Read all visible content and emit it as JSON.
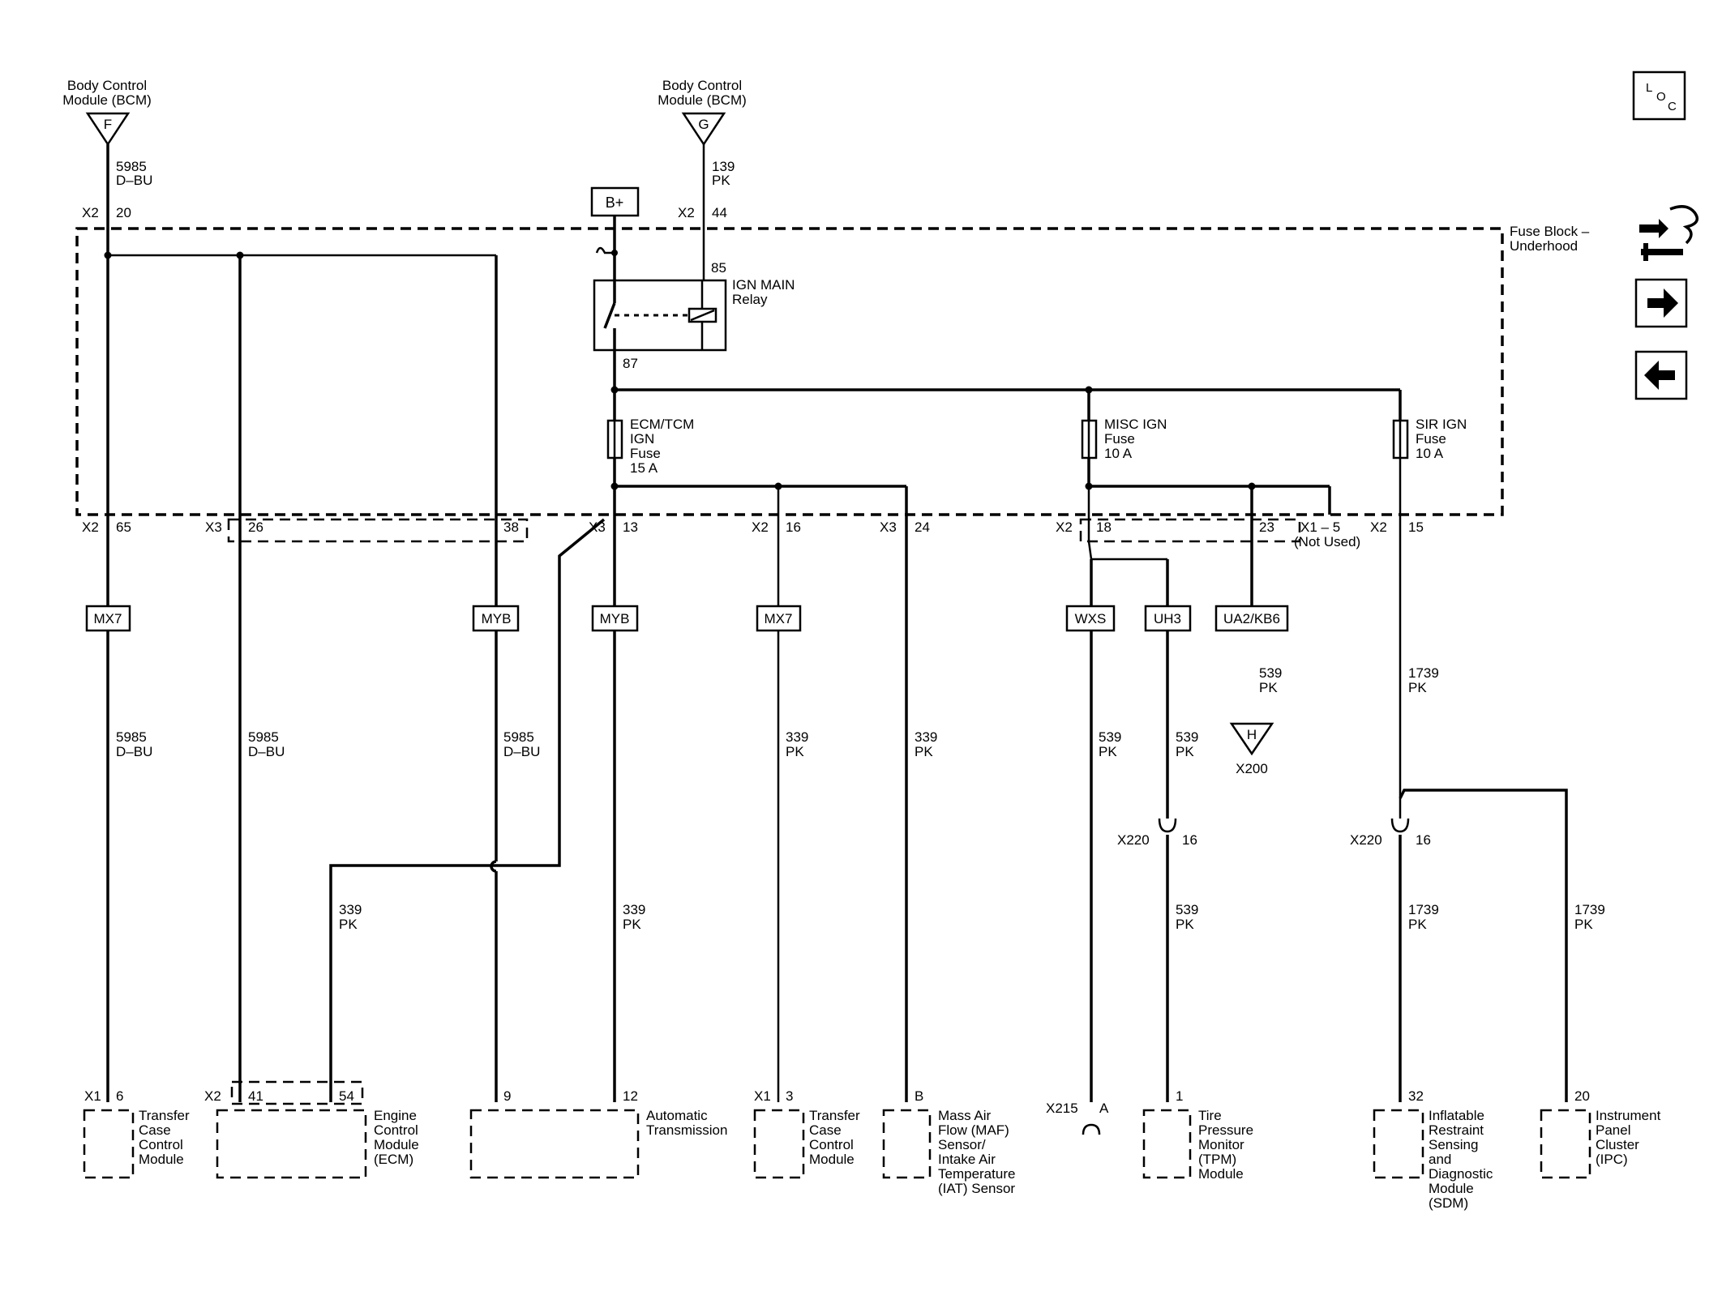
{
  "top": {
    "bcm_f": {
      "title1": "Body Control",
      "title2": "Module (BCM)",
      "pin": "F",
      "circuit": "5985",
      "color": "D–BU",
      "conn": "X2",
      "cpin": "20"
    },
    "bcm_g": {
      "title1": "Body Control",
      "title2": "Module (BCM)",
      "pin": "G",
      "circuit": "139",
      "color": "PK",
      "conn": "X2",
      "cpin": "44"
    },
    "bplus": "B+"
  },
  "fuse_block": {
    "line1": "Fuse Block –",
    "line2": "Underhood"
  },
  "relay": {
    "line1": "IGN MAIN",
    "line2": "Relay",
    "pin85": "85",
    "pin87": "87"
  },
  "fuses": [
    {
      "l1": "ECM/TCM",
      "l2": "IGN",
      "l3": "Fuse",
      "l4": "15 A"
    },
    {
      "l1": "MISC IGN",
      "l2": "Fuse",
      "l3": "10 A"
    },
    {
      "l1": "SIR IGN",
      "l2": "Fuse",
      "l3": "10 A"
    }
  ],
  "conn_labels": [
    {
      "conn": "X2",
      "pin": "65"
    },
    {
      "conn": "X3",
      "pin": "26"
    },
    {
      "pin": "38"
    },
    {
      "conn": "X3",
      "pin": "13"
    },
    {
      "conn": "X2",
      "pin": "16"
    },
    {
      "conn": "X3",
      "pin": "24"
    },
    {
      "conn": "X2",
      "pin": "18"
    },
    {
      "pin": "23"
    },
    {
      "l1": "X1 – 5",
      "l2": "(Not Used)"
    },
    {
      "conn": "X2",
      "pin": "15"
    }
  ],
  "options": [
    "MX7",
    "MYB",
    "MYB",
    "MX7",
    "WXS",
    "UH3",
    "UA2/KB6"
  ],
  "wires": [
    {
      "circuit": "5985",
      "color": "D–BU"
    },
    {
      "circuit": "5985",
      "color": "D–BU"
    },
    {
      "circuit": "5985",
      "color": "D–BU"
    },
    {
      "circuit": "339",
      "color": "PK"
    },
    {
      "circuit": "339",
      "color": "PK"
    },
    {
      "circuit": "339",
      "color": "PK"
    },
    {
      "circuit": "539",
      "color": "PK"
    },
    {
      "circuit": "539",
      "color": "PK"
    },
    {
      "circuit": "539",
      "color": "PK"
    },
    {
      "circuit": "1739",
      "color": "PK"
    },
    {
      "circuit": "339",
      "color": "PK"
    },
    {
      "circuit": "539",
      "color": "PK"
    },
    {
      "circuit": "1739",
      "color": "PK"
    },
    {
      "circuit": "1739",
      "color": "PK"
    }
  ],
  "ground": {
    "pin": "H",
    "name": "X200"
  },
  "inline": [
    {
      "conn": "X220",
      "pin": "16"
    },
    {
      "conn": "X220",
      "pin": "16"
    }
  ],
  "components": [
    {
      "conn": "X1",
      "pin": "6",
      "lines": [
        "Transfer",
        "Case",
        "Control",
        "Module"
      ]
    },
    {
      "conn": "X2",
      "pin": "41",
      "pin2": "54",
      "lines": [
        "Engine",
        "Control",
        "Module",
        "(ECM)"
      ]
    },
    {
      "pin": "9",
      "pin2": "12",
      "lines": [
        "Automatic",
        "Transmission"
      ]
    },
    {
      "conn": "X1",
      "pin": "3",
      "lines": [
        "Transfer",
        "Case",
        "Control",
        "Module"
      ]
    },
    {
      "pin": "B",
      "lines": [
        "Mass Air",
        "Flow (MAF)",
        "Sensor/",
        "Intake Air",
        "Temperature",
        "(IAT) Sensor"
      ]
    },
    {
      "conn": "X215",
      "pin": "A"
    },
    {
      "pin": "1",
      "lines": [
        "Tire",
        "Pressure",
        "Monitor",
        "(TPM)",
        "Module"
      ]
    },
    {
      "pin": "32",
      "lines": [
        "Inflatable",
        "Restraint",
        "Sensing",
        "and",
        "Diagnostic",
        "Module",
        "(SDM)"
      ]
    },
    {
      "pin": "20",
      "lines": [
        "Instrument",
        "Panel",
        "Cluster",
        "(IPC)"
      ]
    }
  ],
  "nav": {
    "loc": {
      "l": "L",
      "o": "O",
      "c": "C"
    },
    "icons": [
      "wiring-harness-icon",
      "forward-arrow-icon",
      "back-arrow-icon"
    ]
  }
}
